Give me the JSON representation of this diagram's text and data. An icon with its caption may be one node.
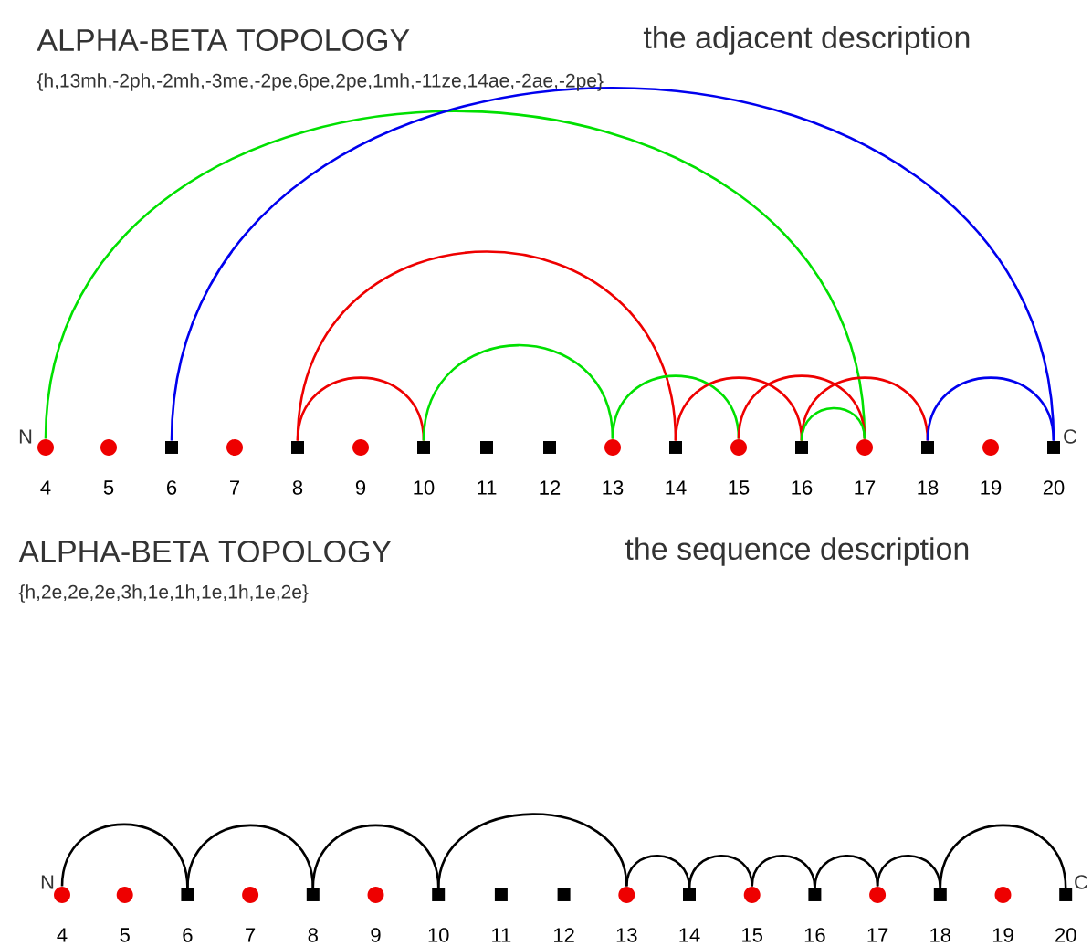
{
  "diagram": {
    "nodes": [
      {
        "text": [],
        "shape": "circle",
        "beside": [
          "4"
        ]
      },
      {
        "text": [],
        "shape": "circle",
        "beside": [
          "5"
        ]
      },
      {
        "text": [],
        "shape": "box",
        "beside": [
          "6"
        ]
      },
      {
        "text": [],
        "shape": "circle",
        "beside": [
          "7"
        ]
      },
      {
        "text": [],
        "shape": "box",
        "beside": [
          "8"
        ]
      },
      {
        "text": [],
        "shape": "circle",
        "beside": [
          "9"
        ]
      },
      {
        "text": [],
        "shape": "box",
        "beside": [
          "10"
        ]
      },
      {
        "text": [],
        "shape": "box",
        "beside": [
          "11"
        ]
      },
      {
        "text": [],
        "shape": "box",
        "beside": [
          "12"
        ]
      },
      {
        "text": [],
        "shape": "circle",
        "beside": [
          "13"
        ]
      },
      {
        "text": [],
        "shape": "box",
        "beside": [
          "14"
        ]
      },
      {
        "text": [],
        "shape": "circle",
        "beside": [
          "15"
        ]
      },
      {
        "text": [],
        "shape": "box",
        "beside": [
          "16"
        ]
      },
      {
        "text": [],
        "shape": "circle",
        "beside": [
          "17"
        ]
      },
      {
        "text": [],
        "shape": "box",
        "beside": [
          "18"
        ]
      },
      {
        "text": [],
        "shape": "circle",
        "beside": [
          "19"
        ]
      },
      {
        "text": [],
        "shape": "box",
        "beside": [
          "20"
        ]
      },
      {
        "text": [],
        "shape": "circle",
        "beside": [
          "4"
        ]
      },
      {
        "text": [],
        "shape": "circle",
        "beside": [
          "5"
        ]
      },
      {
        "text": [],
        "shape": "box",
        "beside": [
          "6"
        ]
      },
      {
        "text": [],
        "shape": "circle",
        "beside": [
          "7"
        ]
      },
      {
        "text": [],
        "shape": "box",
        "beside": [
          "8"
        ]
      },
      {
        "text": [],
        "shape": "circle",
        "beside": [
          "9"
        ]
      },
      {
        "text": [],
        "shape": "box",
        "beside": [
          "10"
        ]
      },
      {
        "text": [],
        "shape": "box",
        "beside": [
          "11"
        ]
      },
      {
        "text": [],
        "shape": "box",
        "beside": [
          "12"
        ]
      },
      {
        "text": [],
        "shape": "circle",
        "beside": [
          "13"
        ]
      },
      {
        "text": [],
        "shape": "box",
        "beside": [
          "14"
        ]
      },
      {
        "text": [],
        "shape": "circle",
        "beside": [
          "15"
        ]
      },
      {
        "text": [],
        "shape": "box",
        "beside": [
          "16"
        ]
      },
      {
        "text": [],
        "shape": "circle",
        "beside": [
          "17"
        ]
      },
      {
        "text": [],
        "shape": "box",
        "beside": [
          "18"
        ]
      },
      {
        "text": [],
        "shape": "circle",
        "beside": [
          "19"
        ]
      },
      {
        "text": [],
        "shape": "box",
        "beside": [
          "20"
        ]
      }
    ],
    "edges": [
      {
        "from": 0,
        "to": 13,
        "arrow": "none",
        "color": "#00e000"
      },
      {
        "from": 2,
        "to": 16,
        "arrow": "none",
        "color": "#0000ee"
      },
      {
        "from": 4,
        "to": 6,
        "arrow": "none",
        "color": "#ee0000"
      },
      {
        "from": 4,
        "to": 10,
        "arrow": "none",
        "color": "#ee0000"
      },
      {
        "from": 6,
        "to": 9,
        "arrow": "none",
        "color": "#00e000"
      },
      {
        "from": 9,
        "to": 11,
        "arrow": "none",
        "color": "#00e000"
      },
      {
        "from": 10,
        "to": 12,
        "arrow": "none",
        "color": "#ee0000"
      },
      {
        "from": 11,
        "to": 13,
        "arrow": "none",
        "color": "#ee0000"
      },
      {
        "from": 12,
        "to": 14,
        "arrow": "none",
        "color": "#ee0000"
      },
      {
        "from": 12,
        "to": 13,
        "arrow": "none",
        "color": "#00e000"
      },
      {
        "from": 14,
        "to": 16,
        "arrow": "none",
        "color": "#0000ee"
      },
      {
        "from": 17,
        "to": 19,
        "arrow": "none",
        "color": "#000000"
      },
      {
        "from": 19,
        "to": 21,
        "arrow": "none",
        "color": "#000000"
      },
      {
        "from": 21,
        "to": 23,
        "arrow": "none",
        "color": "#000000"
      },
      {
        "from": 23,
        "to": 26,
        "arrow": "none",
        "color": "#000000"
      },
      {
        "from": 26,
        "to": 27,
        "arrow": "none",
        "color": "#000000"
      },
      {
        "from": 27,
        "to": 28,
        "arrow": "none",
        "color": "#000000"
      },
      {
        "from": 28,
        "to": 29,
        "arrow": "none",
        "color": "#000000"
      },
      {
        "from": 29,
        "to": 30,
        "arrow": "none",
        "color": "#000000"
      },
      {
        "from": 30,
        "to": 31,
        "arrow": "none",
        "color": "#000000"
      },
      {
        "from": 31,
        "to": 33,
        "arrow": "none",
        "color": "#000000"
      }
    ],
    "labels": [
      "ALPHA-BETA TOPOLOGY",
      "the adjacent description",
      "{h,13mh,-2ph,-2mh,-3me,-2pe,6pe,2pe,1mh,-11ze,14ae,-2ae,-2pe}",
      "N",
      "C",
      "ALPHA-BETA TOPOLOGY",
      "the sequence description",
      "{h,2e,2e,2e,3h,1e,1h,1e,1h,1e,2e}",
      "N",
      "C"
    ]
  }
}
